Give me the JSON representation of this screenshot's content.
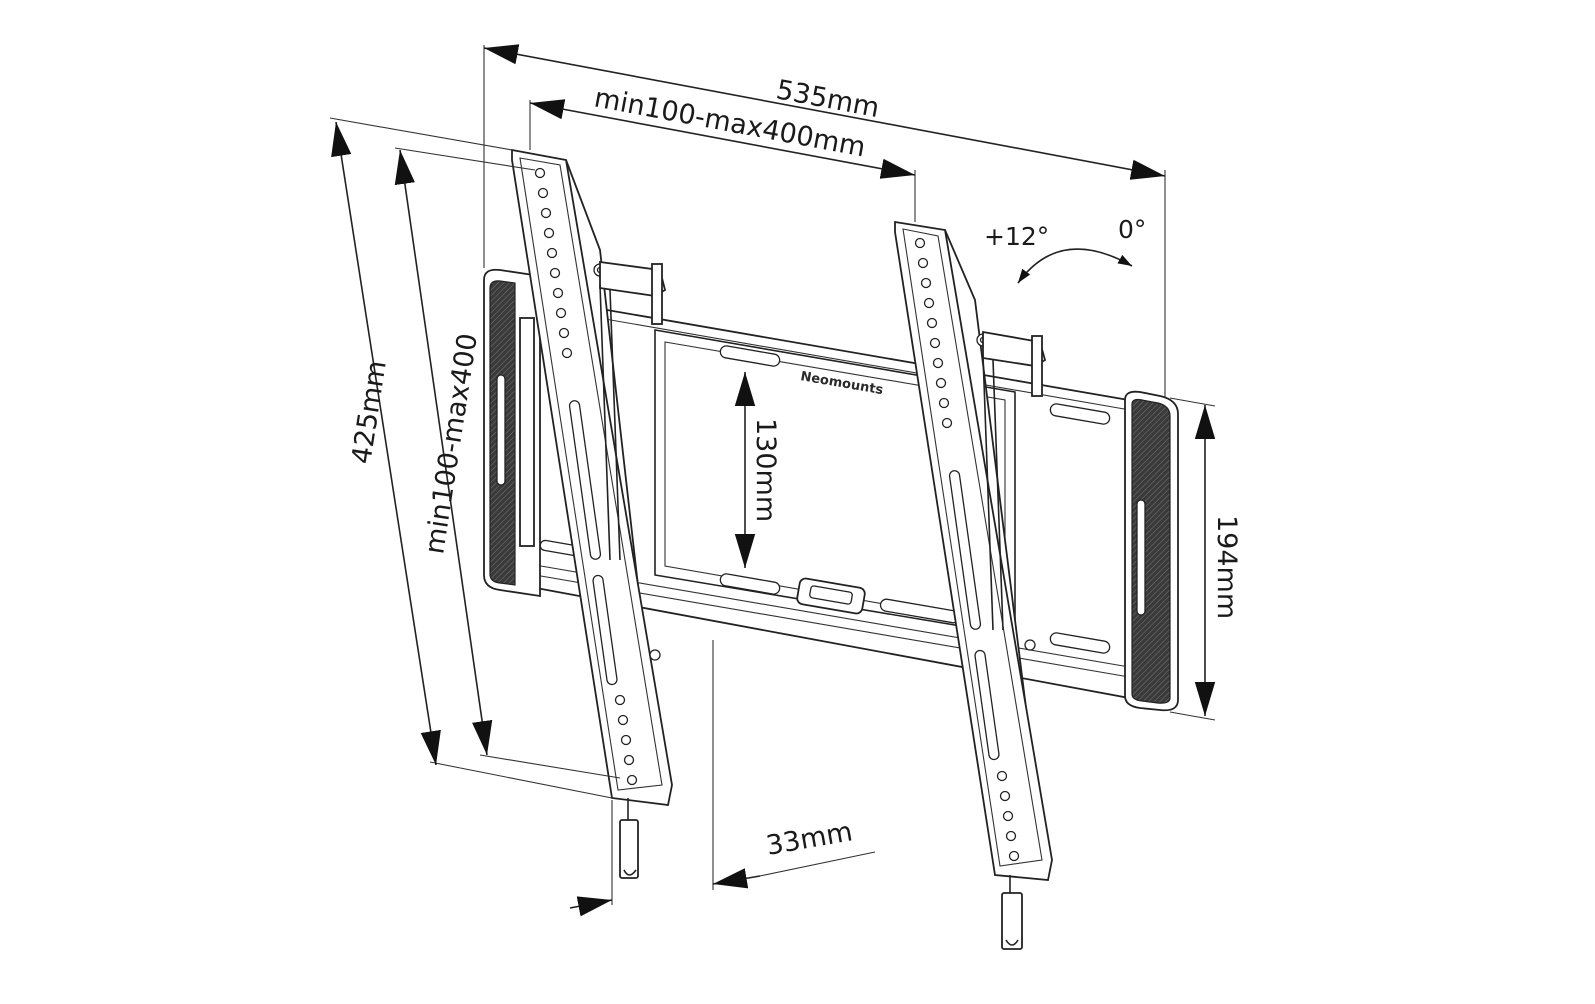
{
  "brand": "Neomounts",
  "dimensions": {
    "overall_width": "535mm",
    "vesa_width": "min100-max400mm",
    "overall_height": "425mm",
    "vesa_height": "min100-max400",
    "rail_spacing": "130mm",
    "plate_height": "194mm",
    "wall_distance": "33mm"
  },
  "tilt": {
    "max_angle": "+12°",
    "min_angle": "0°"
  }
}
